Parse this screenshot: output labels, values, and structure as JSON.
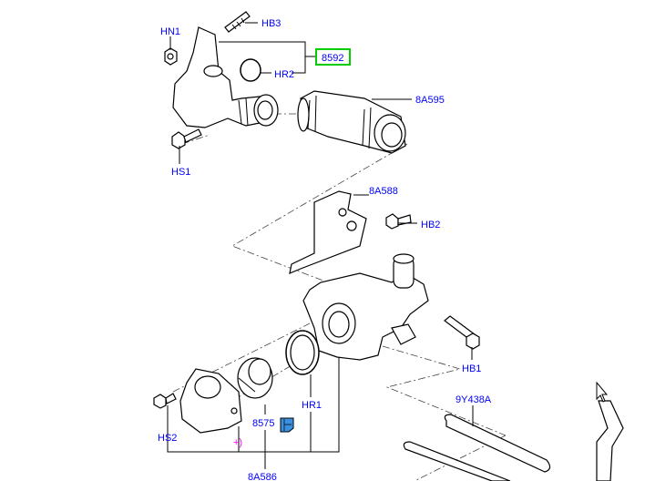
{
  "diagram": {
    "labels": {
      "hn1": "HN1",
      "hb3": "HB3",
      "p8592": "8592",
      "hr2": "HR2",
      "p8a595": "8A595",
      "hs1": "HS1",
      "p8a588": "8A588",
      "hb2": "HB2",
      "hb1": "HB1",
      "p9y438a": "9Y438A",
      "hr1": "HR1",
      "p8575": "8575",
      "hs2": "HS2",
      "note_marker": "+)",
      "p8a586": "8A586"
    },
    "icons": [
      "note-icon",
      "mouse-cursor-icon"
    ],
    "colors": {
      "label": "#0000ff",
      "selected_box": "#00cc00",
      "marker": "#ff00ff",
      "note_icon": "#3a8fe0"
    }
  }
}
